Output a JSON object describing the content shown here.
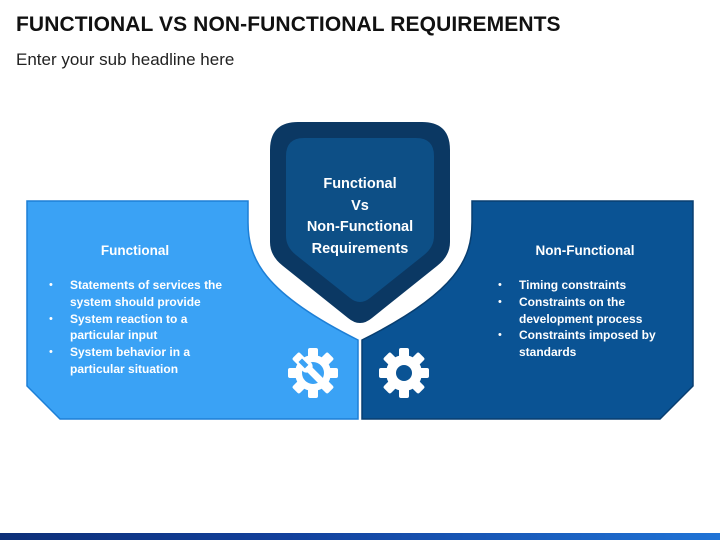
{
  "title": "FUNCTIONAL VS NON-FUNCTIONAL REQUIREMENTS",
  "subtitle": "Enter your sub headline here",
  "center": {
    "lines": [
      "Functional",
      "Vs",
      "Non-Functional",
      "Requirements"
    ]
  },
  "left_panel": {
    "title": "Functional",
    "items": [
      "Statements of services the system should provide",
      "System reaction to a particular input",
      "System behavior in a particular situation"
    ],
    "icon": "gear-wrench-icon"
  },
  "right_panel": {
    "title": "Non-Functional",
    "items": [
      "Timing constraints",
      "Constraints on the development process",
      "Constraints imposed by standards"
    ],
    "icon": "gear-icon"
  },
  "colors": {
    "left_fill": "#3aa2f5",
    "right_fill": "#0a5394",
    "shield_outer": "#0b3863",
    "shield_inner": "#0d4f86",
    "accent_bar": "#1f73d6"
  }
}
